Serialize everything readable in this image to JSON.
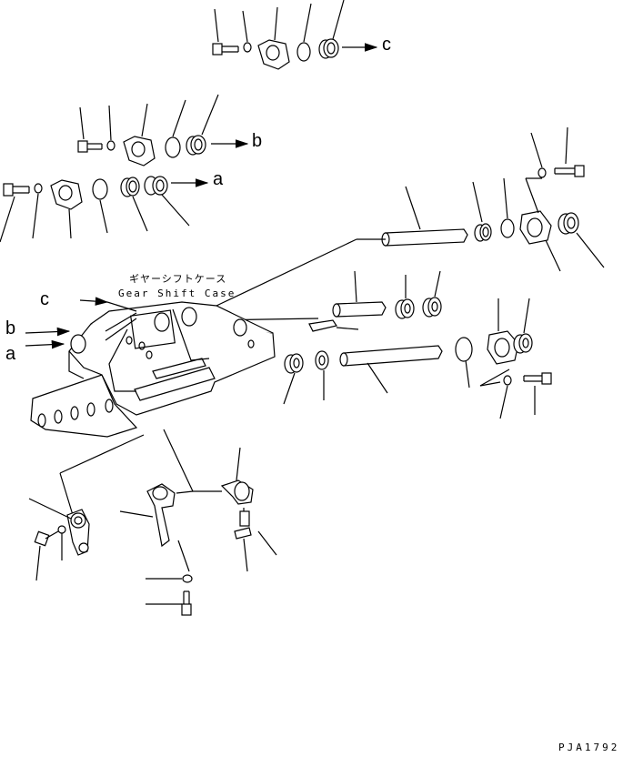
{
  "case_label": {
    "japanese": "ギヤーシフトケース",
    "english": "Gear Shift Case"
  },
  "arrow_labels": {
    "c": "c",
    "b": "b",
    "a": "a"
  },
  "case_labels": {
    "c": "c",
    "b": "b",
    "a": "a"
  },
  "drawing_code": "PJA1792"
}
